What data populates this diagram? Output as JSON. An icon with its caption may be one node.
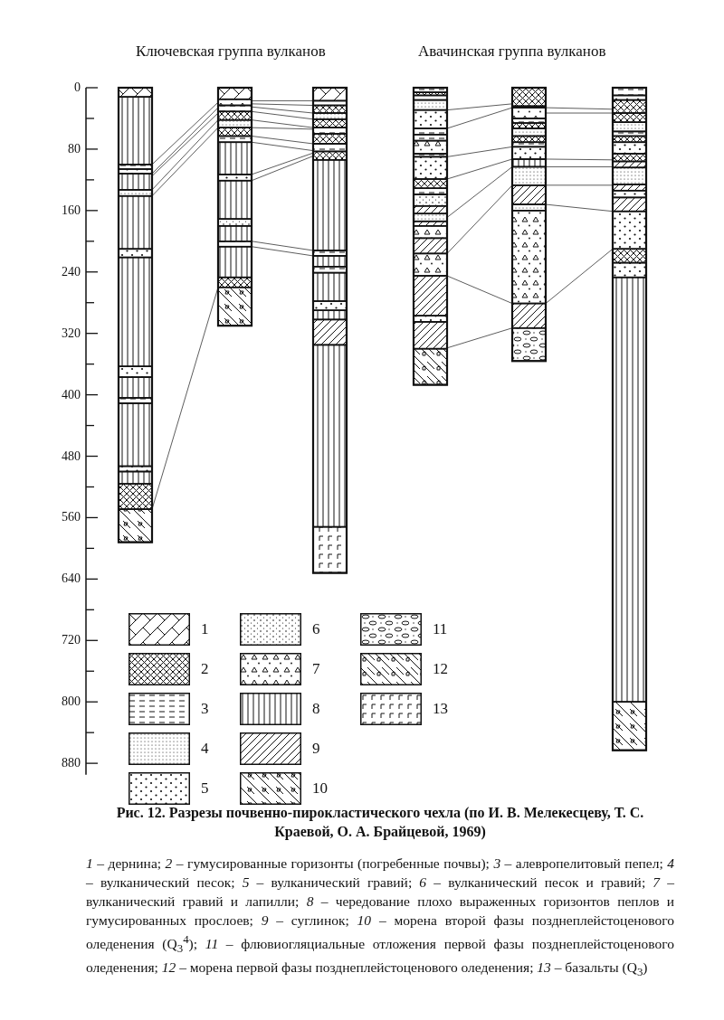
{
  "diagram": {
    "caption": "Рис. 12. Разрезы почвенно-пирокластического чехла (по И. В. Мелекесцеву, Т. С. Краевой, О. А. Брайцевой, 1969)",
    "nodes": [
      {
        "text": [],
        "shape": "bar"
      },
      {
        "text": [],
        "shape": "bar"
      },
      {
        "text": [],
        "shape": "bar"
      },
      {
        "text": [],
        "shape": "bar"
      },
      {
        "text": [],
        "shape": "bar"
      },
      {
        "text": [],
        "shape": "bar"
      }
    ],
    "edges": [
      {
        "from": 0,
        "to": 1,
        "arrow": "none"
      },
      {
        "from": 0,
        "to": 1,
        "arrow": "none"
      },
      {
        "from": 0,
        "to": 1,
        "arrow": "none"
      },
      {
        "from": 0,
        "to": 1,
        "arrow": "none"
      },
      {
        "from": 0,
        "to": 1,
        "arrow": "none"
      },
      {
        "from": 0,
        "to": 1,
        "arrow": "none"
      },
      {
        "from": 1,
        "to": 2,
        "arrow": "none"
      },
      {
        "from": 1,
        "to": 2,
        "arrow": "none"
      },
      {
        "from": 1,
        "to": 2,
        "arrow": "none"
      },
      {
        "from": 1,
        "to": 2,
        "arrow": "none"
      },
      {
        "from": 1,
        "to": 2,
        "arrow": "none"
      },
      {
        "from": 1,
        "to": 2,
        "arrow": "none"
      },
      {
        "from": 1,
        "to": 2,
        "arrow": "none"
      },
      {
        "from": 1,
        "to": 2,
        "arrow": "none"
      },
      {
        "from": 1,
        "to": 2,
        "arrow": "none"
      },
      {
        "from": 1,
        "to": 2,
        "arrow": "none"
      },
      {
        "from": 1,
        "to": 2,
        "arrow": "none"
      },
      {
        "from": 1,
        "to": 2,
        "arrow": "none"
      },
      {
        "from": 3,
        "to": 4,
        "arrow": "none"
      },
      {
        "from": 3,
        "to": 4,
        "arrow": "none"
      },
      {
        "from": 3,
        "to": 4,
        "arrow": "none"
      },
      {
        "from": 3,
        "to": 4,
        "arrow": "none"
      },
      {
        "from": 3,
        "to": 4,
        "arrow": "none"
      },
      {
        "from": 3,
        "to": 4,
        "arrow": "none"
      },
      {
        "from": 3,
        "to": 4,
        "arrow": "none"
      },
      {
        "from": 3,
        "to": 4,
        "arrow": "none"
      },
      {
        "from": 4,
        "to": 5,
        "arrow": "none"
      },
      {
        "from": 4,
        "to": 5,
        "arrow": "none"
      },
      {
        "from": 4,
        "to": 5,
        "arrow": "none"
      },
      {
        "from": 4,
        "to": 5,
        "arrow": "none"
      },
      {
        "from": 4,
        "to": 5,
        "arrow": "none"
      },
      {
        "from": 4,
        "to": 5,
        "arrow": "none"
      },
      {
        "from": 4,
        "to": 5,
        "arrow": "none"
      }
    ],
    "labels": [
      "Ключевская группа вулканов",
      "Авачинская группа вулканов",
      "0",
      "80",
      "160",
      "240",
      "320",
      "400",
      "480",
      "560",
      "640",
      "720",
      "800",
      "880",
      "*1* – дернина; *2* – гумусированные горизонты (погребенные почвы); *3* – алевропелитовый пепел; *4* – вулканический песок; *5* – вулканический гравий; *6* – вулканический песок и гравий; *7* – вулканический гравий и лапилли; *8* – чередование плохо выраженных горизонтов пеплов и гумусированных прослоев; *9* – суглинок; *10* – морена второй фазы позднеплейстоценового оледенения (Q$_{3}$$^{4}$); *11* – флювиогляциальные отложения первой фазы позднеплейстоценового оледенения; *12* – морена первой фазы позднеплейстоценового оледенения; *13* – базальты (Q$_{3}$)"
    ],
    "legend": [
      {
        "text": "1"
      },
      {
        "text": "2"
      },
      {
        "text": "3"
      },
      {
        "text": "4"
      },
      {
        "text": "5"
      },
      {
        "text": "6"
      },
      {
        "text": "7"
      },
      {
        "text": "8"
      },
      {
        "text": "9"
      },
      {
        "text": "10"
      },
      {
        "text": "11"
      },
      {
        "text": "12"
      },
      {
        "text": "13"
      }
    ]
  }
}
